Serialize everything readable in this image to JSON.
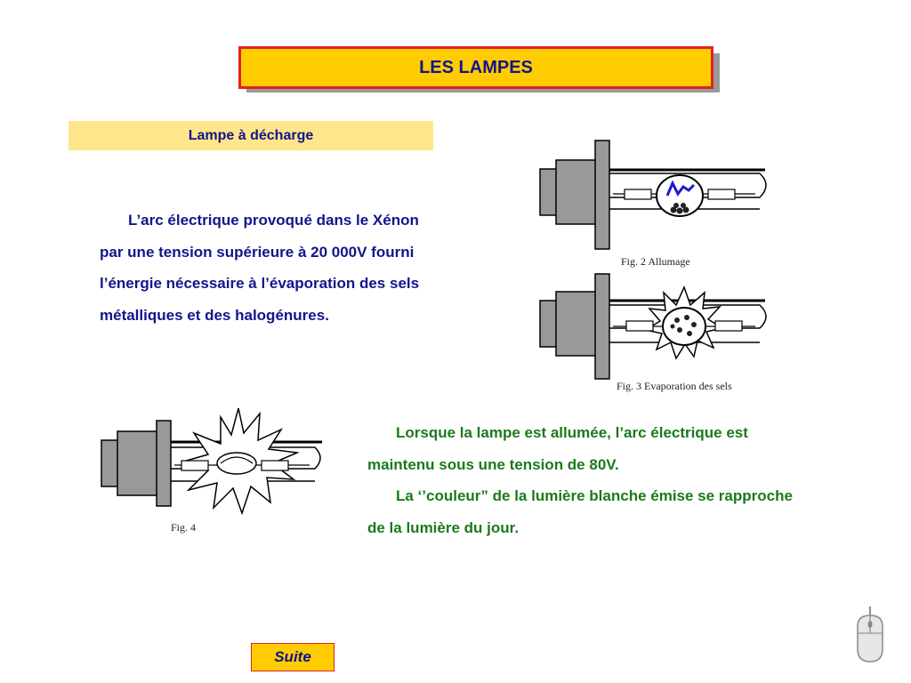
{
  "title": "LES LAMPES",
  "subtitle": "Lampe à décharge",
  "paragraph1": {
    "lines": [
      "L’arc électrique provoqué dans le Xénon",
      "par une tension supérieure à 20 000V  fourni",
      "l’énergie nécessaire à l’évaporation des sels",
      "métalliques et des halogénures."
    ]
  },
  "paragraph2": {
    "lines": [
      "Lorsque la lampe est allumée, l’arc électrique est",
      "maintenu sous une tension de 80V.",
      "La ‘’couleur” de la lumière blanche émise se rapproche",
      "de  la  lumière  du  jour."
    ]
  },
  "figures": {
    "fig2_caption": "Fig. 2 Allumage",
    "fig3_caption": "Fig. 3 Evaporation des sels",
    "fig4_caption": "Fig. 4"
  },
  "nav": {
    "suite_label": "Suite",
    "mouse_icon": "mouse-icon"
  },
  "colors": {
    "title_bg": "#ffcc00",
    "title_border": "#e02020",
    "subtitle_bg": "#ffe68a",
    "text_blue": "#14148c",
    "text_green": "#1a7a1a",
    "arc_blue": "#1a1ad0"
  }
}
